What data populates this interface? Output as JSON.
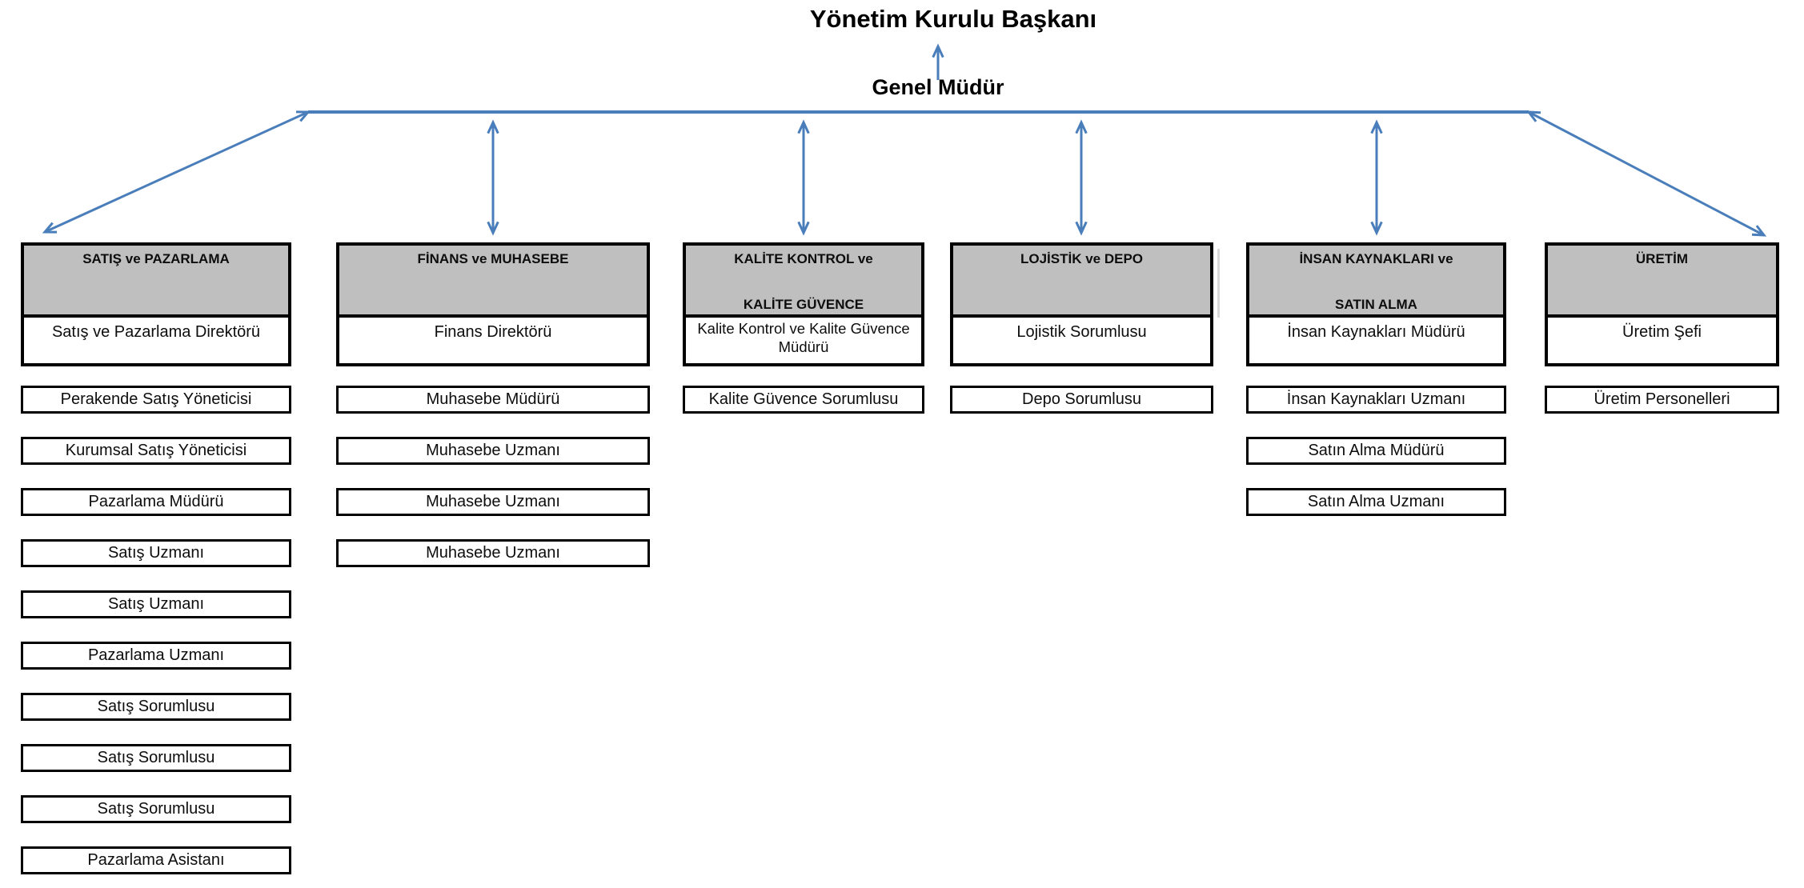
{
  "title": "Yönetim Kurulu Başkanı",
  "subtitle": "Genel Müdür",
  "colors": {
    "arrow_blue": "#4a7ebb",
    "header_fill": "#bfbfbf",
    "box_border": "#000000",
    "artifact_gray": "#d9d9d9",
    "background": "#ffffff"
  },
  "connectors": [
    {
      "type": "single-arrow-up",
      "from": "Genel Müdür",
      "to": "Yönetim Kurulu Başkanı"
    },
    {
      "type": "horizontal-bus",
      "from": "Genel Müdür",
      "to": "all departments"
    },
    {
      "type": "double-arrow-diagonal",
      "to": "SATIŞ ve PAZARLAMA"
    },
    {
      "type": "double-arrow-vertical",
      "to": "FİNANS ve MUHASEBE"
    },
    {
      "type": "double-arrow-vertical",
      "to": "KALİTE KONTROL ve KALİTE GÜVENCE"
    },
    {
      "type": "double-arrow-vertical",
      "to": "LOJİSTİK ve DEPO"
    },
    {
      "type": "double-arrow-vertical",
      "to": "İNSAN KAYNAKLARI ve SATIN ALMA"
    },
    {
      "type": "double-arrow-diagonal",
      "to": "ÜRETİM"
    }
  ],
  "columns": [
    {
      "header_line1": "SATIŞ ve PAZARLAMA",
      "header_line2": "",
      "manager": "Satış ve Pazarlama Direktörü",
      "rows": [
        "Perakende Satış Yöneticisi",
        "Kurumsal Satış Yöneticisi",
        "Pazarlama Müdürü",
        "Satış Uzmanı",
        "Satış Uzmanı",
        "Pazarlama Uzmanı",
        "Satış Sorumlusu",
        "Satış Sorumlusu",
        "Satış Sorumlusu",
        "Pazarlama Asistanı"
      ]
    },
    {
      "header_line1": "FİNANS ve MUHASEBE",
      "header_line2": "",
      "manager": "Finans Direktörü",
      "rows": [
        "Muhasebe Müdürü",
        "Muhasebe Uzmanı",
        "Muhasebe Uzmanı",
        "Muhasebe Uzmanı"
      ]
    },
    {
      "header_line1": "KALİTE KONTROL ve",
      "header_line2": "KALİTE GÜVENCE",
      "manager": "Kalite Kontrol ve Kalite Güvence Müdürü",
      "rows": [
        "Kalite Güvence Sorumlusu"
      ]
    },
    {
      "header_line1": "LOJİSTİK ve DEPO",
      "header_line2": "",
      "manager": "Lojistik Sorumlusu",
      "rows": [
        "Depo Sorumlusu"
      ]
    },
    {
      "header_line1": "İNSAN KAYNAKLARI ve",
      "header_line2": "SATIN ALMA",
      "manager": "İnsan Kaynakları Müdürü",
      "rows": [
        "İnsan Kaynakları Uzmanı",
        "Satın Alma Müdürü",
        "Satın Alma Uzmanı"
      ]
    },
    {
      "header_line1": "ÜRETİM",
      "header_line2": "",
      "manager": "Üretim Şefi",
      "rows": [
        "Üretim Personelleri"
      ]
    }
  ]
}
